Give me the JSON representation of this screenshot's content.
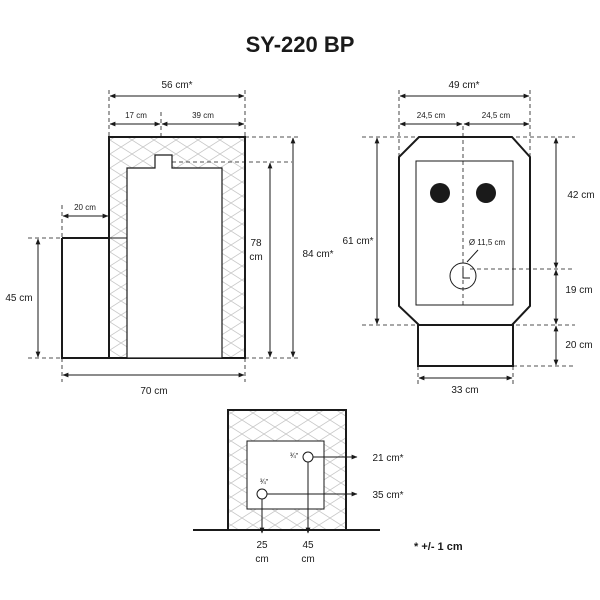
{
  "title": "SY-220 BP",
  "footnote": "* +/- 1 cm",
  "side_view": {
    "top_width": "56 cm*",
    "seg_left": "17 cm",
    "seg_right": "39 cm",
    "step_width": "20 cm",
    "inner_height_value": "78",
    "inner_height_unit": "cm",
    "total_height": "84 cm*",
    "left_height": "45 cm",
    "bottom_width": "70 cm"
  },
  "front_view": {
    "top_width": "49 cm*",
    "half_left": "24,5 cm",
    "half_right": "24,5 cm",
    "upper_height": "42 cm",
    "total_height": "61 cm*",
    "hole_diameter": "Ø 11,5 cm",
    "mid_height": "19 cm",
    "base_height": "20 cm",
    "base_width": "33 cm"
  },
  "rear_view": {
    "upper_fitting": "¾\"",
    "lower_fitting": "¾\"",
    "upper_height": "21 cm*",
    "lower_height": "35 cm*",
    "left_offset_value": "25",
    "left_offset_unit": "cm",
    "right_offset_value": "45",
    "right_offset_unit": "cm"
  }
}
